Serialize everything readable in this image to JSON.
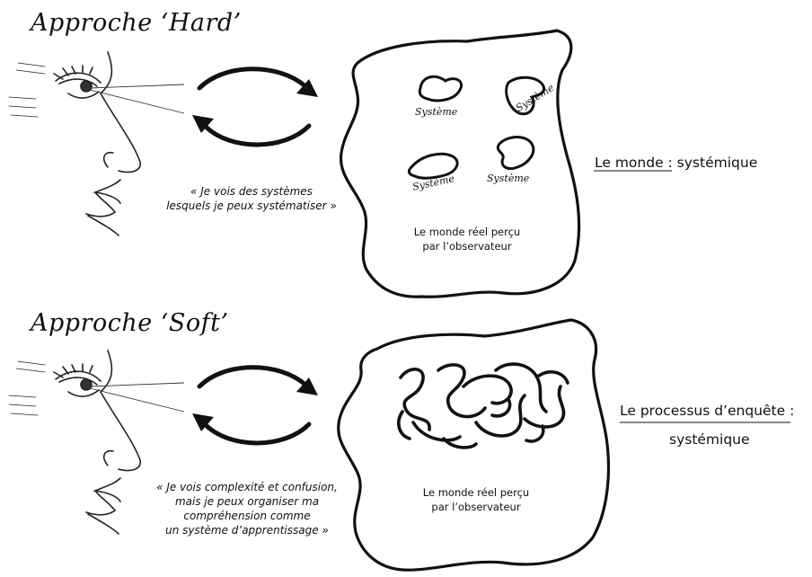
{
  "panels": [
    {
      "title": "Approche ‘Hard’",
      "quote": [
        "« Je vois des systèmes",
        "lesquels je peux systématiser »"
      ],
      "blob_caption": [
        "Le monde réel perçu",
        "par l’observateur"
      ],
      "systems": [
        "Système",
        "Système",
        "Système",
        "Système"
      ],
      "side_label_main": "Le monde",
      "side_label_rest": " : systémique"
    },
    {
      "title": "Approche ‘Soft’",
      "quote": [
        "« Je vois complexité et confusion,",
        "mais je peux organiser ma",
        "compréhension comme",
        "un système d’apprentissage »"
      ],
      "blob_caption": [
        "Le monde réel perçu",
        "par l’observateur"
      ],
      "side_label_main": "Le processus d’enquête :",
      "side_label_line2": "systémique"
    }
  ]
}
